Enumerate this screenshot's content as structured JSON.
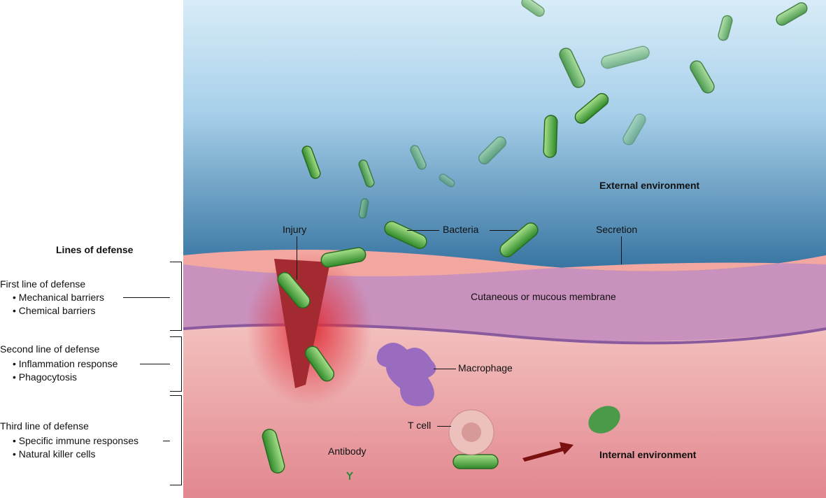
{
  "legend": {
    "title": "Lines of defense",
    "groups": [
      {
        "heading": "First line of defense",
        "items": [
          "• Mechanical barriers",
          "• Chemical barriers"
        ]
      },
      {
        "heading": "Second line of defense",
        "items": [
          "• Inflammation response",
          "• Phagocytosis"
        ]
      },
      {
        "heading": "Third line of defense",
        "items": [
          "• Specific immune responses",
          "• Natural killer cells"
        ]
      }
    ]
  },
  "labels": {
    "external": "External environment",
    "injury": "Injury",
    "bacteria": "Bacteria",
    "secretion": "Secretion",
    "membrane": "Cutaneous or mucous membrane",
    "macrophage": "Macrophage",
    "tcell": "T cell",
    "antibody": "Antibody",
    "internal": "Internal environment"
  },
  "colors": {
    "bacteria": "#4caf3a",
    "sky": "#a9d4ec",
    "tissue": "#e89aa2",
    "membrane": "#b784b4",
    "macrophage": "#9a6cc0"
  }
}
